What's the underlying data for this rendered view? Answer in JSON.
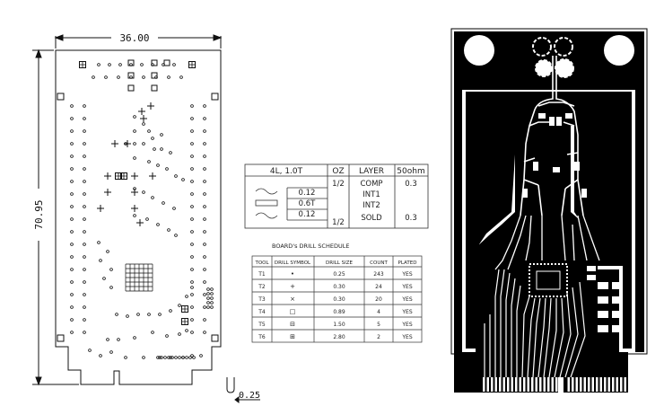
{
  "drawing": {
    "width_dim": "36.00",
    "height_dim": "70.95",
    "tolerance_label": "0.25"
  },
  "stackup": {
    "headers": [
      "4L, 1.0T",
      "OZ",
      "LAYER",
      "50ohm"
    ],
    "dielectrics": [
      "0.12",
      "0.6T",
      "0.12"
    ],
    "oz": [
      "1/2",
      "1/2"
    ],
    "layers": [
      "COMP",
      "INT1",
      "INT2",
      "SOLD"
    ],
    "impedance": [
      "0.3",
      "0.3"
    ]
  },
  "drill_schedule": {
    "title": "BOARD's DRILL SCHEDULE",
    "columns": [
      "TOOL",
      "DRILL SYMBOL",
      "DRILL SIZE",
      "COUNT",
      "PLATED"
    ],
    "rows": [
      {
        "tool": "T1",
        "symbol": "•",
        "size": "0.25",
        "count": "243",
        "plated": "YES"
      },
      {
        "tool": "T2",
        "symbol": "+",
        "size": "0.30",
        "count": "24",
        "plated": "YES"
      },
      {
        "tool": "T3",
        "symbol": "×",
        "size": "0.30",
        "count": "20",
        "plated": "YES"
      },
      {
        "tool": "T4",
        "symbol": "□",
        "size": "0.89",
        "count": "4",
        "plated": "YES"
      },
      {
        "tool": "T5",
        "symbol": "⊟",
        "size": "1.50",
        "count": "5",
        "plated": "YES"
      },
      {
        "tool": "T6",
        "symbol": "⊞",
        "size": "2.80",
        "count": "2",
        "plated": "YES"
      }
    ]
  }
}
